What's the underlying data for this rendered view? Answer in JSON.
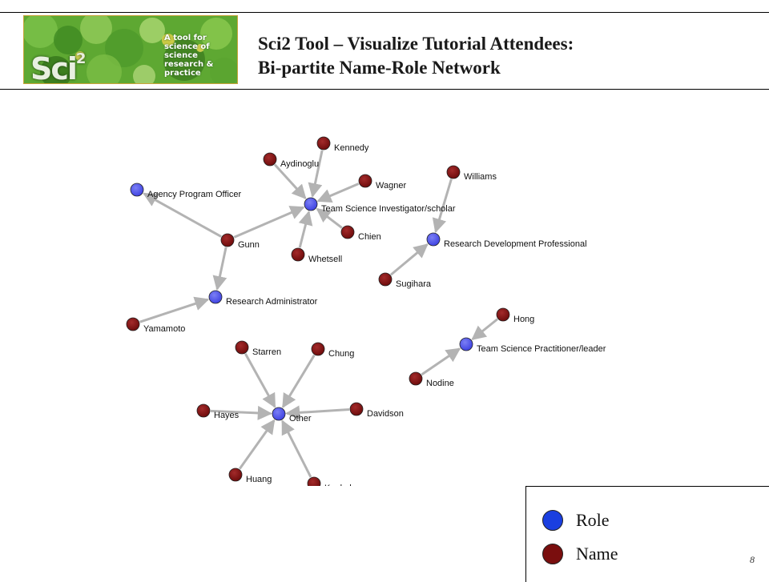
{
  "header": {
    "title_line1": "Sci2 Tool – Visualize Tutorial Attendees:",
    "title_line2": "Bi-partite Name-Role Network",
    "logo_text": [
      "A tool for",
      "science of science",
      "research & practice"
    ],
    "logo_mark": "Sci",
    "logo_mark_sup": "2"
  },
  "colors": {
    "role": "#3b3fe0",
    "name": "#7a0e0e",
    "edge": "#b3b3b3",
    "logo_green": "#4f9a2c"
  },
  "network": {
    "nodes": [
      {
        "id": "kennedy",
        "label": "Kennedy",
        "type": "name"
      },
      {
        "id": "aydinoglu",
        "label": "Aydinoglu",
        "type": "name"
      },
      {
        "id": "wagner",
        "label": "Wagner",
        "type": "name"
      },
      {
        "id": "williams",
        "label": "Williams",
        "type": "name"
      },
      {
        "id": "agency",
        "label": "Agency Program Officer",
        "type": "role"
      },
      {
        "id": "tsi",
        "label": "Team Science Investigator/scholar",
        "type": "role"
      },
      {
        "id": "chien",
        "label": "Chien",
        "type": "name"
      },
      {
        "id": "gunn",
        "label": "Gunn",
        "type": "name"
      },
      {
        "id": "rdp",
        "label": "Research Development Professional",
        "type": "role"
      },
      {
        "id": "whetsell",
        "label": "Whetsell",
        "type": "name"
      },
      {
        "id": "sugihara",
        "label": "Sugihara",
        "type": "name"
      },
      {
        "id": "radmin",
        "label": "Research Administrator",
        "type": "role"
      },
      {
        "id": "hong",
        "label": "Hong",
        "type": "name"
      },
      {
        "id": "yamamoto",
        "label": "Yamamoto",
        "type": "name"
      },
      {
        "id": "tsp",
        "label": "Team Science Practitioner/leader",
        "type": "role"
      },
      {
        "id": "starren",
        "label": "Starren",
        "type": "name"
      },
      {
        "id": "chung",
        "label": "Chung",
        "type": "name"
      },
      {
        "id": "nodine",
        "label": "Nodine",
        "type": "name"
      },
      {
        "id": "davidson",
        "label": "Davidson",
        "type": "name"
      },
      {
        "id": "hayes",
        "label": "Hayes",
        "type": "name"
      },
      {
        "id": "other",
        "label": "Other",
        "type": "role"
      },
      {
        "id": "huang",
        "label": "Huang",
        "type": "name"
      },
      {
        "id": "konkol",
        "label": "Konkol",
        "type": "name"
      }
    ],
    "edges": [
      {
        "from": "kennedy",
        "to": "tsi"
      },
      {
        "from": "aydinoglu",
        "to": "tsi"
      },
      {
        "from": "wagner",
        "to": "tsi"
      },
      {
        "from": "gunn",
        "to": "tsi"
      },
      {
        "from": "chien",
        "to": "tsi"
      },
      {
        "from": "whetsell",
        "to": "tsi"
      },
      {
        "from": "gunn",
        "to": "agency"
      },
      {
        "from": "gunn",
        "to": "radmin"
      },
      {
        "from": "yamamoto",
        "to": "radmin"
      },
      {
        "from": "williams",
        "to": "rdp"
      },
      {
        "from": "sugihara",
        "to": "rdp"
      },
      {
        "from": "hong",
        "to": "tsp"
      },
      {
        "from": "nodine",
        "to": "tsp"
      },
      {
        "from": "starren",
        "to": "other"
      },
      {
        "from": "chung",
        "to": "other"
      },
      {
        "from": "hayes",
        "to": "other"
      },
      {
        "from": "davidson",
        "to": "other"
      },
      {
        "from": "huang",
        "to": "other"
      },
      {
        "from": "konkol",
        "to": "other"
      }
    ]
  },
  "legend": {
    "role_label": "Role",
    "name_label": "Name"
  },
  "page_number": "8"
}
